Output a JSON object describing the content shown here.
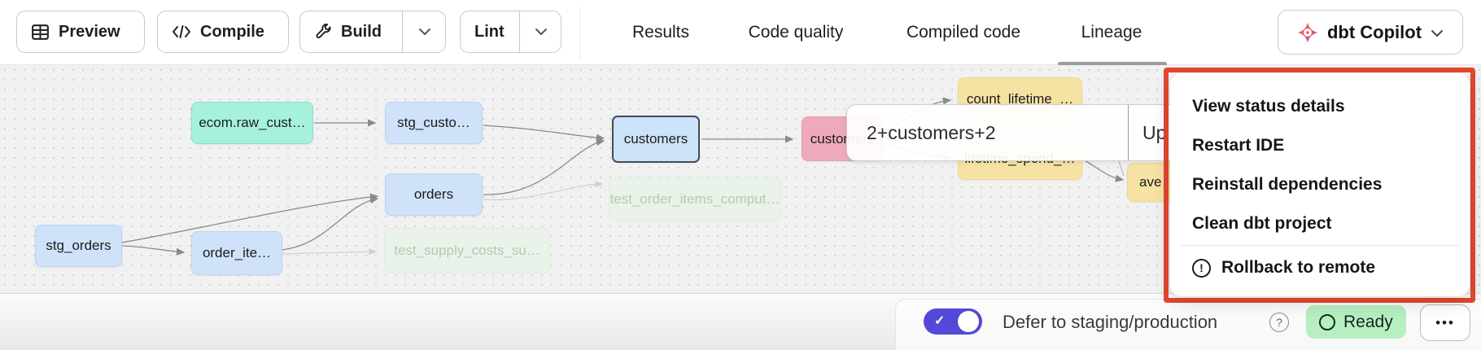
{
  "toolbar": {
    "preview": "Preview",
    "compile": "Compile",
    "build": "Build",
    "lint": "Lint"
  },
  "tabs": {
    "results": "Results",
    "code_quality": "Code quality",
    "compiled_code": "Compiled code",
    "lineage": "Lineage"
  },
  "copilot_label": "dbt Copilot",
  "graph": {
    "selector": {
      "value": "2+customers+2",
      "action": "Up"
    },
    "nodes": [
      {
        "label": "ecom.raw_cust…"
      },
      {
        "label": "stg_custo…"
      },
      {
        "label": "customers"
      },
      {
        "label": "orders"
      },
      {
        "label": "stg_orders"
      },
      {
        "label": "order_ite…"
      },
      {
        "label": "test_order_items_comput…"
      },
      {
        "label": "test_supply_costs_su…"
      },
      {
        "label": "customers"
      },
      {
        "label": "count_lifetime_…"
      },
      {
        "label": "lifetime_spend_…"
      },
      {
        "label": "ave"
      }
    ]
  },
  "menu": {
    "items": [
      {
        "label": "View status details"
      },
      {
        "label": "Restart IDE"
      },
      {
        "label": "Reinstall dependencies"
      },
      {
        "label": "Clean dbt project"
      }
    ],
    "warning_item": {
      "label": "Rollback to remote",
      "icon": "!"
    }
  },
  "statusbar": {
    "defer_label": "Defer to staging/production",
    "help": "?",
    "ready_label": "Ready",
    "more": "•••",
    "check": "✓"
  },
  "colors": {
    "accent_purple": "#5348d8",
    "ready_green": "#b7efc3",
    "annotation_red": "#e5472f"
  }
}
